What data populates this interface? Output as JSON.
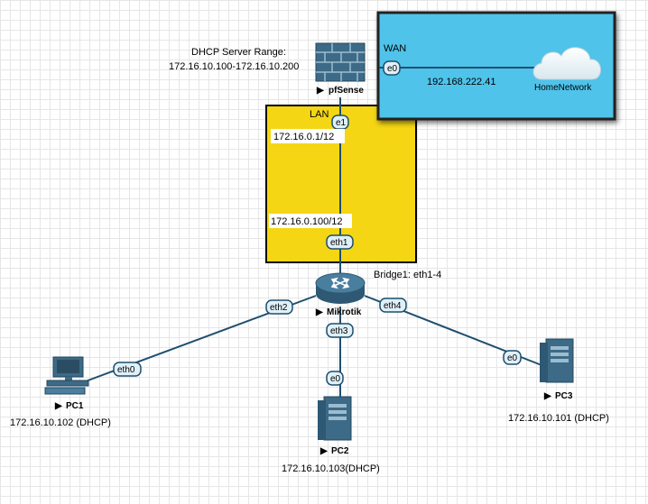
{
  "annotations": {
    "dhcp_title": "DHCP Server Range:",
    "dhcp_range": "172.16.10.100-172.16.10.200",
    "wan": "WAN",
    "wan_ip": "192.168.222.41",
    "lan": "LAN",
    "lan_gw": "172.16.0.1/12",
    "mikrotik_ip": "172.16.0.100/12",
    "bridge": "Bridge1:  eth1-4"
  },
  "nodes": {
    "pfsense": "pfSense",
    "cloud": "HomeNetwork",
    "mikrotik": "Mikrotik",
    "pc1": "PC1",
    "pc2": "PC2",
    "pc3": "PC3"
  },
  "hosts": {
    "pc1_ip": "172.16.10.102 (DHCP)",
    "pc2_ip": "172.16.10.103(DHCP)",
    "pc3_ip": "172.16.10.101 (DHCP)"
  },
  "ports": {
    "pf_e0": "e0",
    "pf_e1": "e1",
    "mk_eth1": "eth1",
    "mk_eth2": "eth2",
    "mk_eth3": "eth3",
    "mk_eth4": "eth4",
    "pc1_eth0": "eth0",
    "pc2_e0": "e0",
    "pc3_e0": "e0"
  },
  "colors": {
    "lan_box": "#f5d614",
    "wan_box": "#4fc3ea",
    "device": "#3c6a87",
    "pill": "#dff0f8"
  }
}
